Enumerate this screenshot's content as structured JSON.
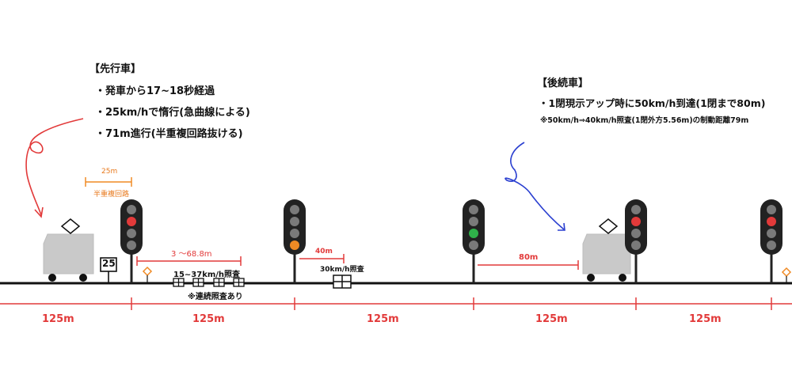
{
  "leading_train": {
    "title": "【先行車】",
    "lines": [
      "・発車から17~18秒経過",
      "・25km/hで惰行(急曲線による)",
      "・71m進行(半重複回路抜ける)"
    ]
  },
  "following_train": {
    "title": "【後続車】",
    "line": "・1閉現示アップ時に50km/h到達(1閉まで80m)",
    "note": "※50km/h⇒40km/h照査(1閉外方5.56m)の制動距離79m"
  },
  "annotations": {
    "half_overlap_length": "25m",
    "half_overlap_label": "半重複回路",
    "speed_sign": "25",
    "continuous_range": "3 ～68.8m",
    "continuous_check": "15~37km/h照査",
    "continuous_note": "※連続照査あり",
    "check_40_distance": "40m",
    "check_30": "30km/h照査",
    "gap_80": "80m"
  },
  "block_distances": [
    "125m",
    "125m",
    "125m",
    "125m",
    "125m"
  ],
  "signals": [
    {
      "name": "signal-1",
      "aspect": "red"
    },
    {
      "name": "signal-2",
      "aspect": "orange"
    },
    {
      "name": "signal-3",
      "aspect": "green"
    },
    {
      "name": "signal-4",
      "aspect": "red"
    },
    {
      "name": "signal-5",
      "aspect": "red"
    }
  ],
  "colors": {
    "red": "#e23a3a",
    "orange": "#f08a24",
    "green": "#2fb24a",
    "lamp_off": "#7a7a7a",
    "signal_body": "#222222",
    "train_body": "#c9c9c9",
    "blue_arrow": "#2a3fd0",
    "distance_mark": "#e23a3a"
  }
}
